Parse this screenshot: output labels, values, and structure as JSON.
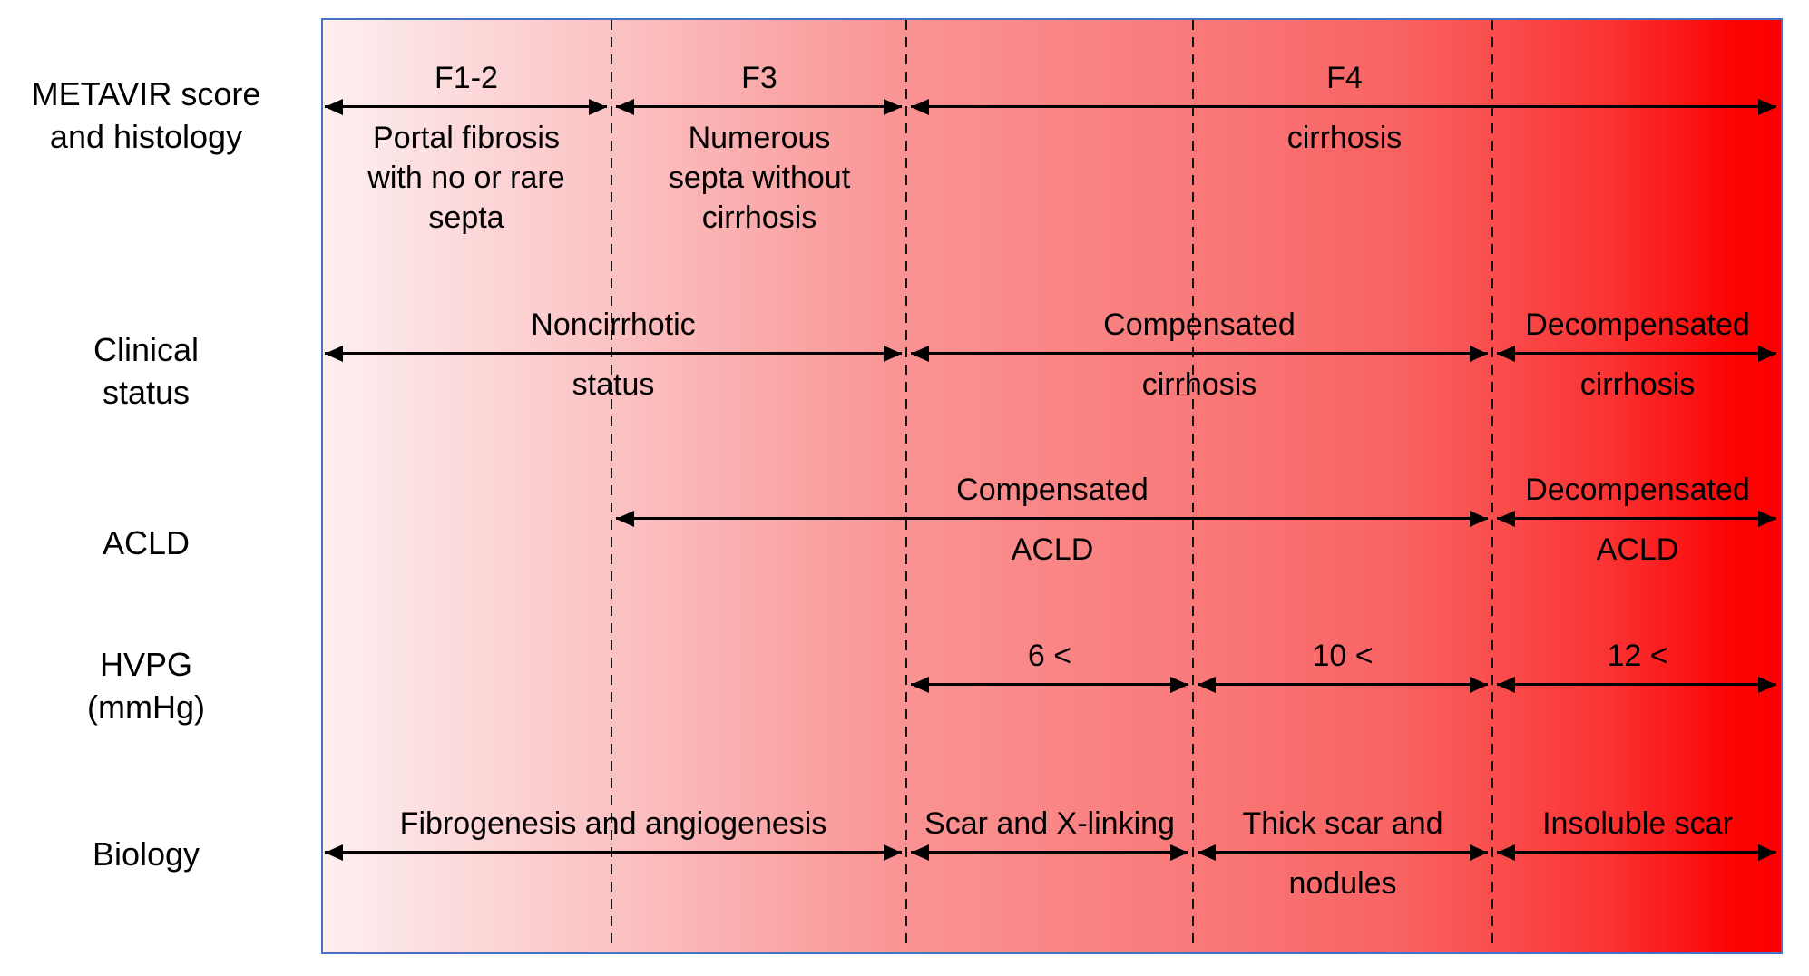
{
  "diagram": {
    "description": "Liver fibrosis / cirrhosis progression diagram",
    "palette": {
      "panel_border": "#4472c4",
      "gradient_left": "#fdeff0",
      "gradient_right": "#fb0000",
      "text": "#000000",
      "arrow": "#000000"
    },
    "rows": [
      {
        "name": "metavir",
        "label": [
          "METAVIR score",
          "and histology"
        ],
        "segments": [
          {
            "above": "F1-2",
            "below": [
              "Portal fibrosis",
              "with no or rare",
              "septa"
            ]
          },
          {
            "above": "F3",
            "below": [
              "Numerous",
              "septa without",
              "cirrhosis"
            ]
          },
          {
            "above": "F4",
            "below": [
              "cirrhosis"
            ]
          }
        ]
      },
      {
        "name": "clinical-status",
        "label": [
          "Clinical",
          "status"
        ],
        "segments": [
          {
            "above": "Noncirrhotic",
            "below": [
              "status"
            ]
          },
          {
            "above": "Compensated",
            "below": [
              "cirrhosis"
            ]
          },
          {
            "above": "Decompensated",
            "below": [
              "cirrhosis"
            ]
          }
        ]
      },
      {
        "name": "acld",
        "label": [
          "ACLD"
        ],
        "segments": [
          {
            "above": "Compensated",
            "below": [
              "ACLD"
            ]
          },
          {
            "above": "Decompensated",
            "below": [
              "ACLD"
            ]
          }
        ]
      },
      {
        "name": "hvpg",
        "label": [
          "HVPG",
          "(mmHg)"
        ],
        "segments": [
          {
            "above": "6 <"
          },
          {
            "above": "10 <"
          },
          {
            "above": "12 <"
          }
        ]
      },
      {
        "name": "biology",
        "label": [
          "Biology"
        ],
        "segments": [
          {
            "above": "Fibrogenesis and angiogenesis"
          },
          {
            "above": "Scar and X-linking"
          },
          {
            "above": "Thick scar and",
            "below": [
              "nodules"
            ]
          },
          {
            "above": "Insoluble scar"
          }
        ]
      }
    ]
  }
}
